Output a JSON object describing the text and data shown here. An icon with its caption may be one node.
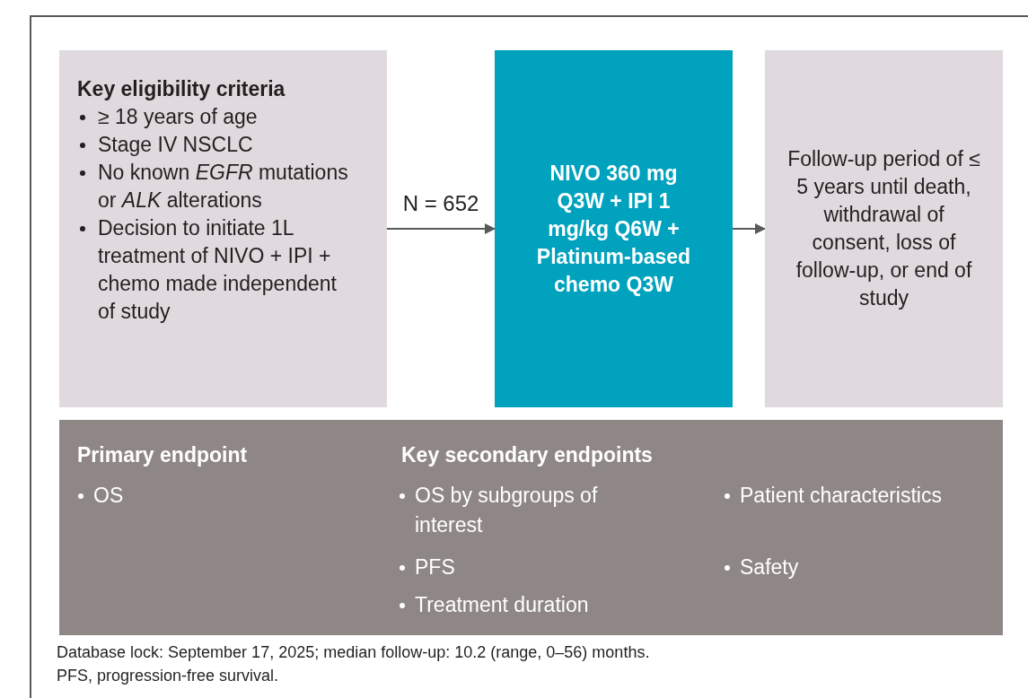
{
  "diagram": {
    "nodes": [
      {
        "text": [
          "Key eligibility criteria",
          "≥ 18 years of age",
          "Stage IV NSCLC",
          "No known *EGFR* mutations or *ALK* alterations",
          "Decision to initiate 1L treatment of NIVO + IPI + chemo made independent of study"
        ]
      },
      {
        "text": [
          "NIVO 360 mg Q3W + IPI 1 mg/kg Q6W + Platinum-based chemo Q3W"
        ]
      },
      {
        "text": [
          "Follow-up period of ≤ 5 years until death, withdrawal of consent, loss of follow-up, or end of study"
        ]
      },
      {
        "text": [
          "Primary endpoint",
          "OS",
          "Key secondary endpoints",
          "OS by subgroups of interest",
          "PFS",
          "Treatment duration",
          "Patient characteristics",
          "Safety"
        ]
      }
    ],
    "edges": [
      {
        "from": 0,
        "to": 1,
        "arrow": "to",
        "label": "N = 652"
      },
      {
        "from": 1,
        "to": 2,
        "arrow": "to"
      }
    ],
    "labels": [
      "Database lock: September 17, 2025; median follow-up: 10.2 (range, 0–56) months.",
      "PFS, progression-free survival."
    ]
  }
}
